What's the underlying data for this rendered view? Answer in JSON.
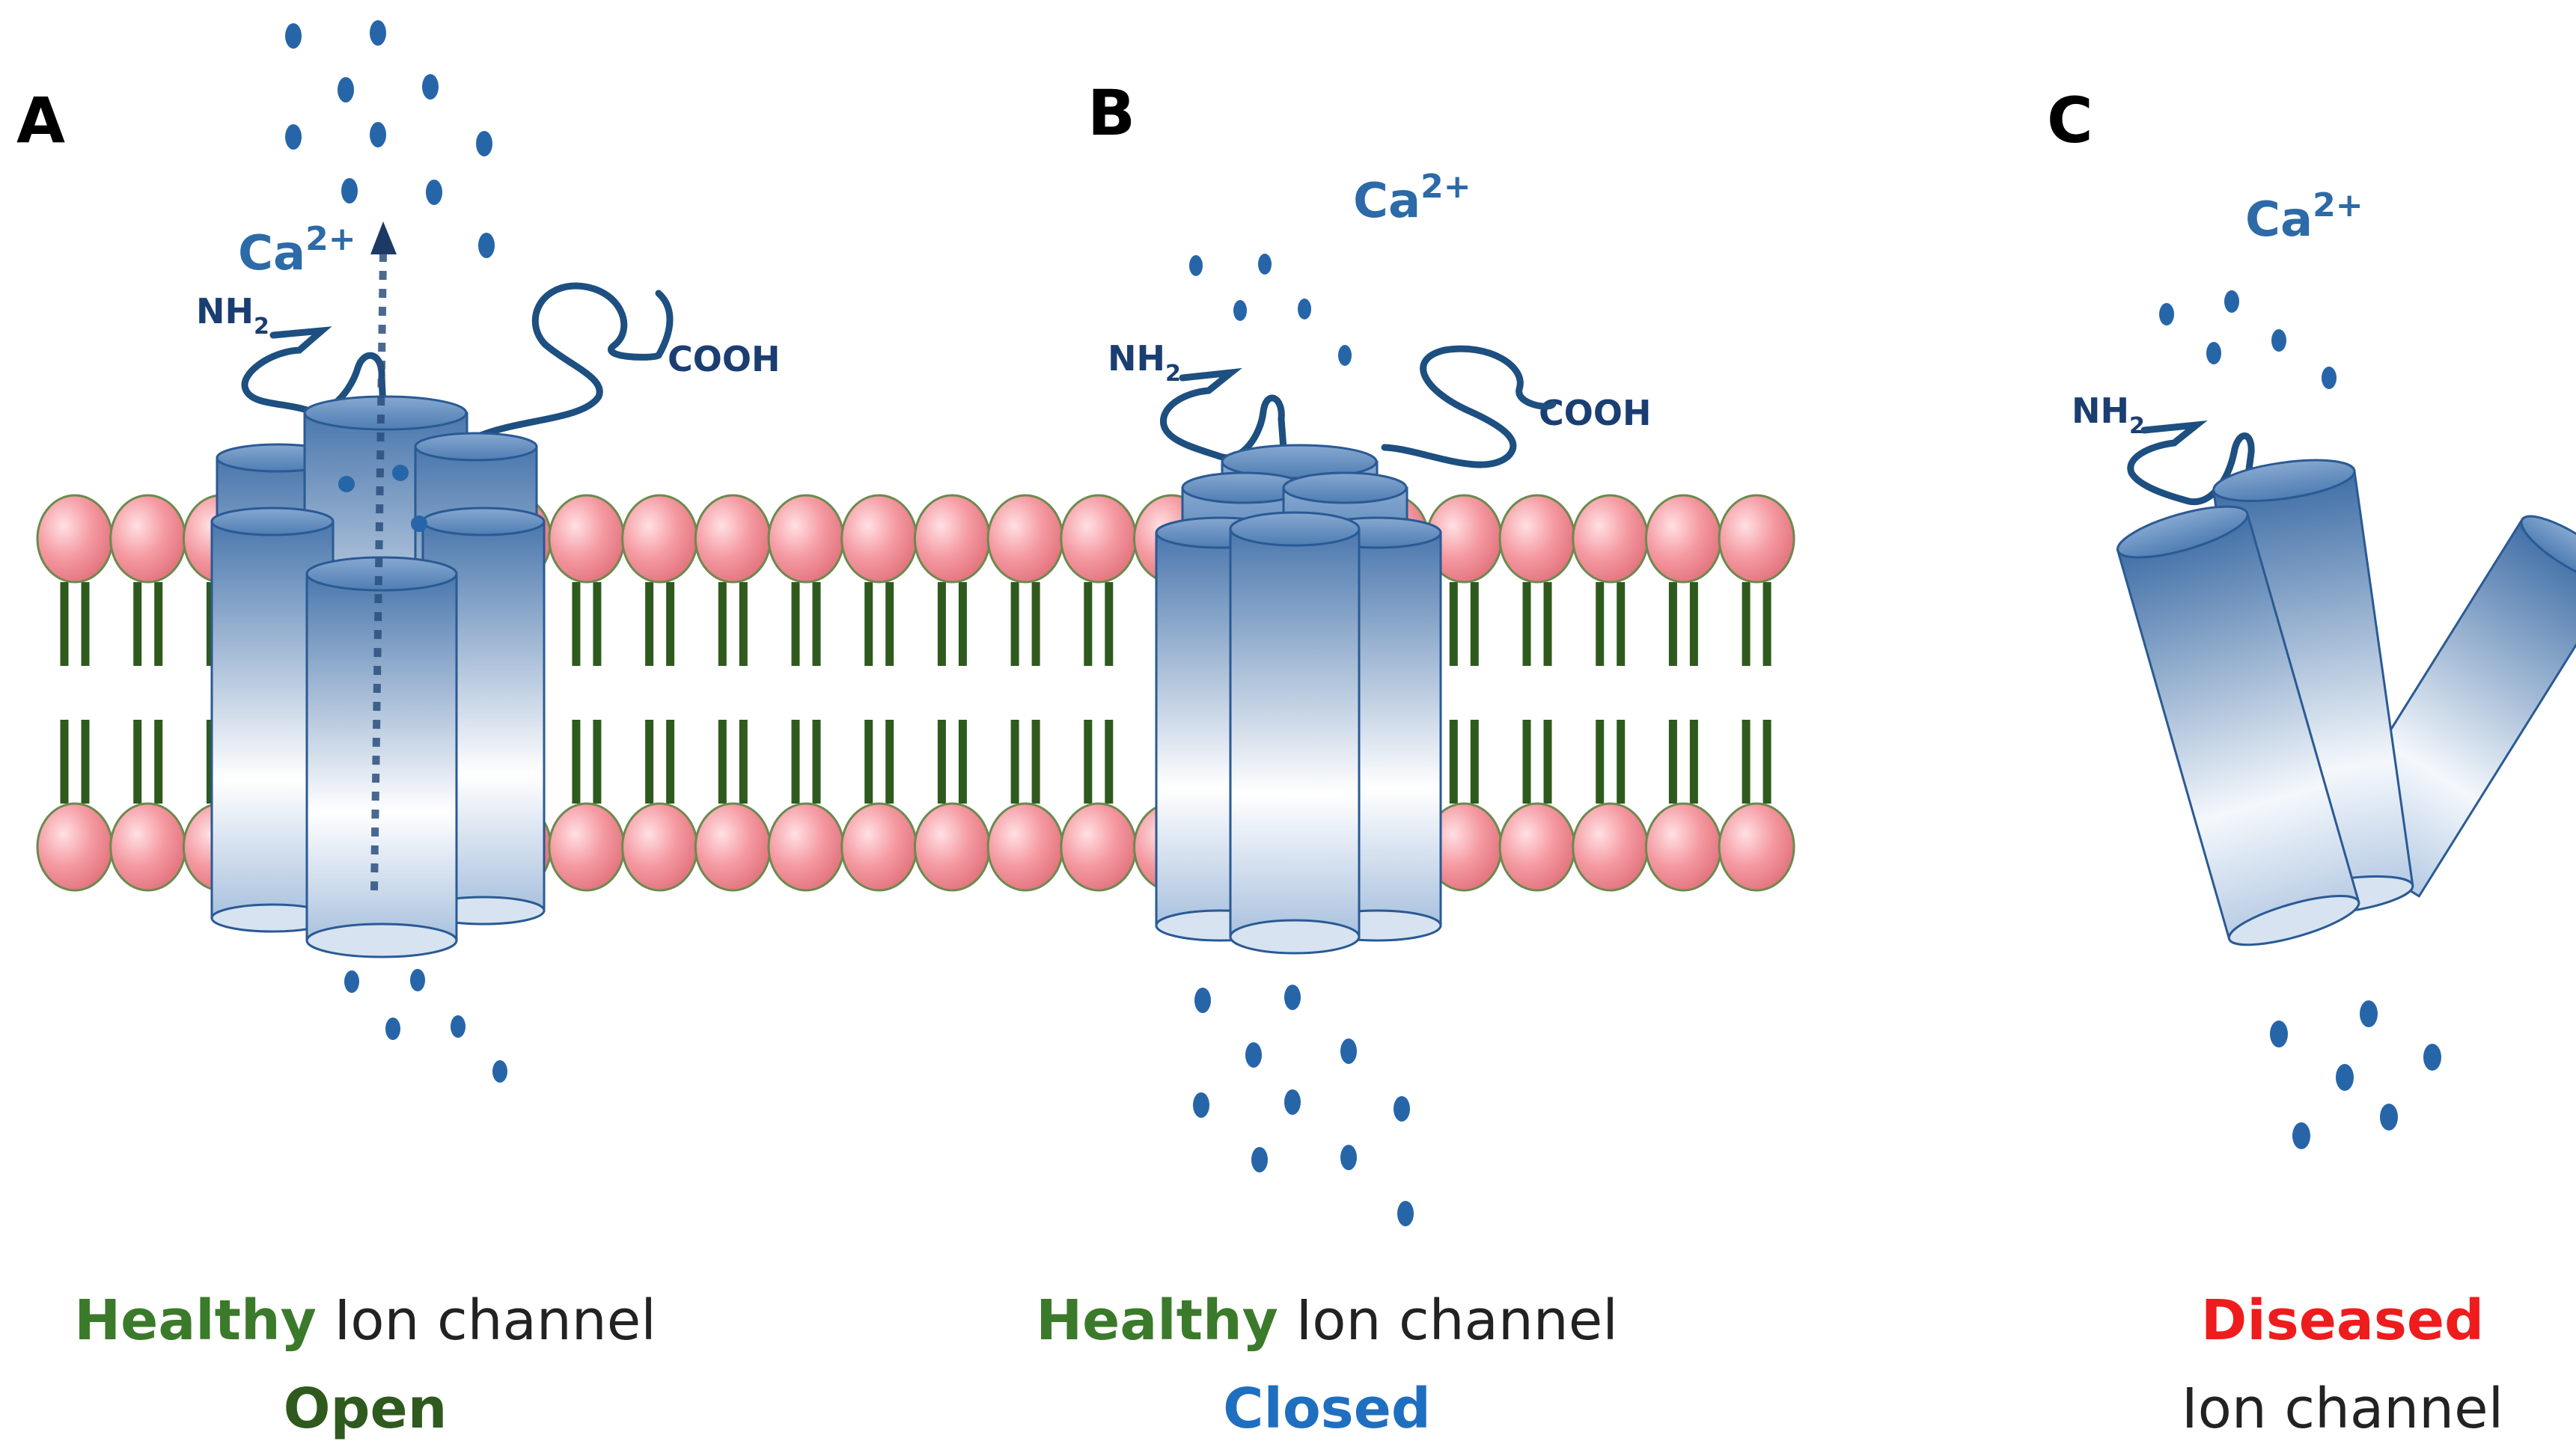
{
  "colors": {
    "healthy": "#3b7a2a",
    "open": "#2f5a1e",
    "closed": "#1f6fc0",
    "diseased": "#ee1c1c",
    "text": "#222222",
    "ion_label": "#2c6aa8",
    "terminus": "#1a3e72",
    "ion_dot": "#2765a9",
    "lipid_head": "#f08a93",
    "lipid_tail": "#2f5a1e",
    "channel_top": "#4a77ad",
    "channel_bottom": "#eef3fa",
    "chain": "#1d4f80"
  },
  "panels": [
    {
      "letter": "A",
      "ion_label": "Ca",
      "ion_charge": "2+",
      "n_terminus": "NH",
      "n_terminus_sub": "2",
      "c_terminus": "COOH",
      "caption_qualifier": "Healthy",
      "caption_rest": " Ion channel",
      "state": "Open"
    },
    {
      "letter": "B",
      "ion_label": "Ca",
      "ion_charge": "2+",
      "n_terminus": "NH",
      "n_terminus_sub": "2",
      "c_terminus": "COOH",
      "caption_qualifier": "Healthy",
      "caption_rest": " Ion channel",
      "state": "Closed"
    },
    {
      "letter": "C",
      "ion_label": "Ca",
      "ion_charge": "2+",
      "n_terminus": "NH",
      "n_terminus_sub": "2",
      "caption_qualifier": "Diseased",
      "caption_line2": "Ion channel"
    }
  ]
}
